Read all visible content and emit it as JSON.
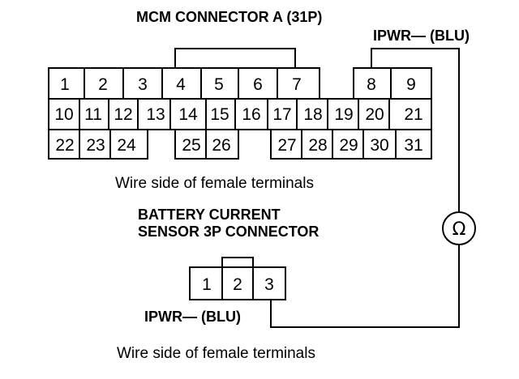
{
  "mcm_connector": {
    "title": "MCM CONNECTOR A (31P)",
    "wire_label": "IPWR— (BLU)",
    "caption": "Wire side of female terminals",
    "pins": [
      "1",
      "2",
      "3",
      "4",
      "5",
      "6",
      "7",
      "8",
      "9",
      "10",
      "11",
      "12",
      "13",
      "14",
      "15",
      "16",
      "17",
      "18",
      "19",
      "20",
      "21",
      "22",
      "23",
      "24",
      "25",
      "26",
      "27",
      "28",
      "29",
      "30",
      "31"
    ]
  },
  "battery_sensor_connector": {
    "title_line1": "BATTERY CURRENT",
    "title_line2": "SENSOR 3P CONNECTOR",
    "wire_label": "IPWR— (BLU)",
    "caption": "Wire side of female terminals",
    "pins": [
      "1",
      "2",
      "3"
    ]
  },
  "meter": {
    "symbol": "Ω",
    "icon": "ohmmeter-icon"
  }
}
